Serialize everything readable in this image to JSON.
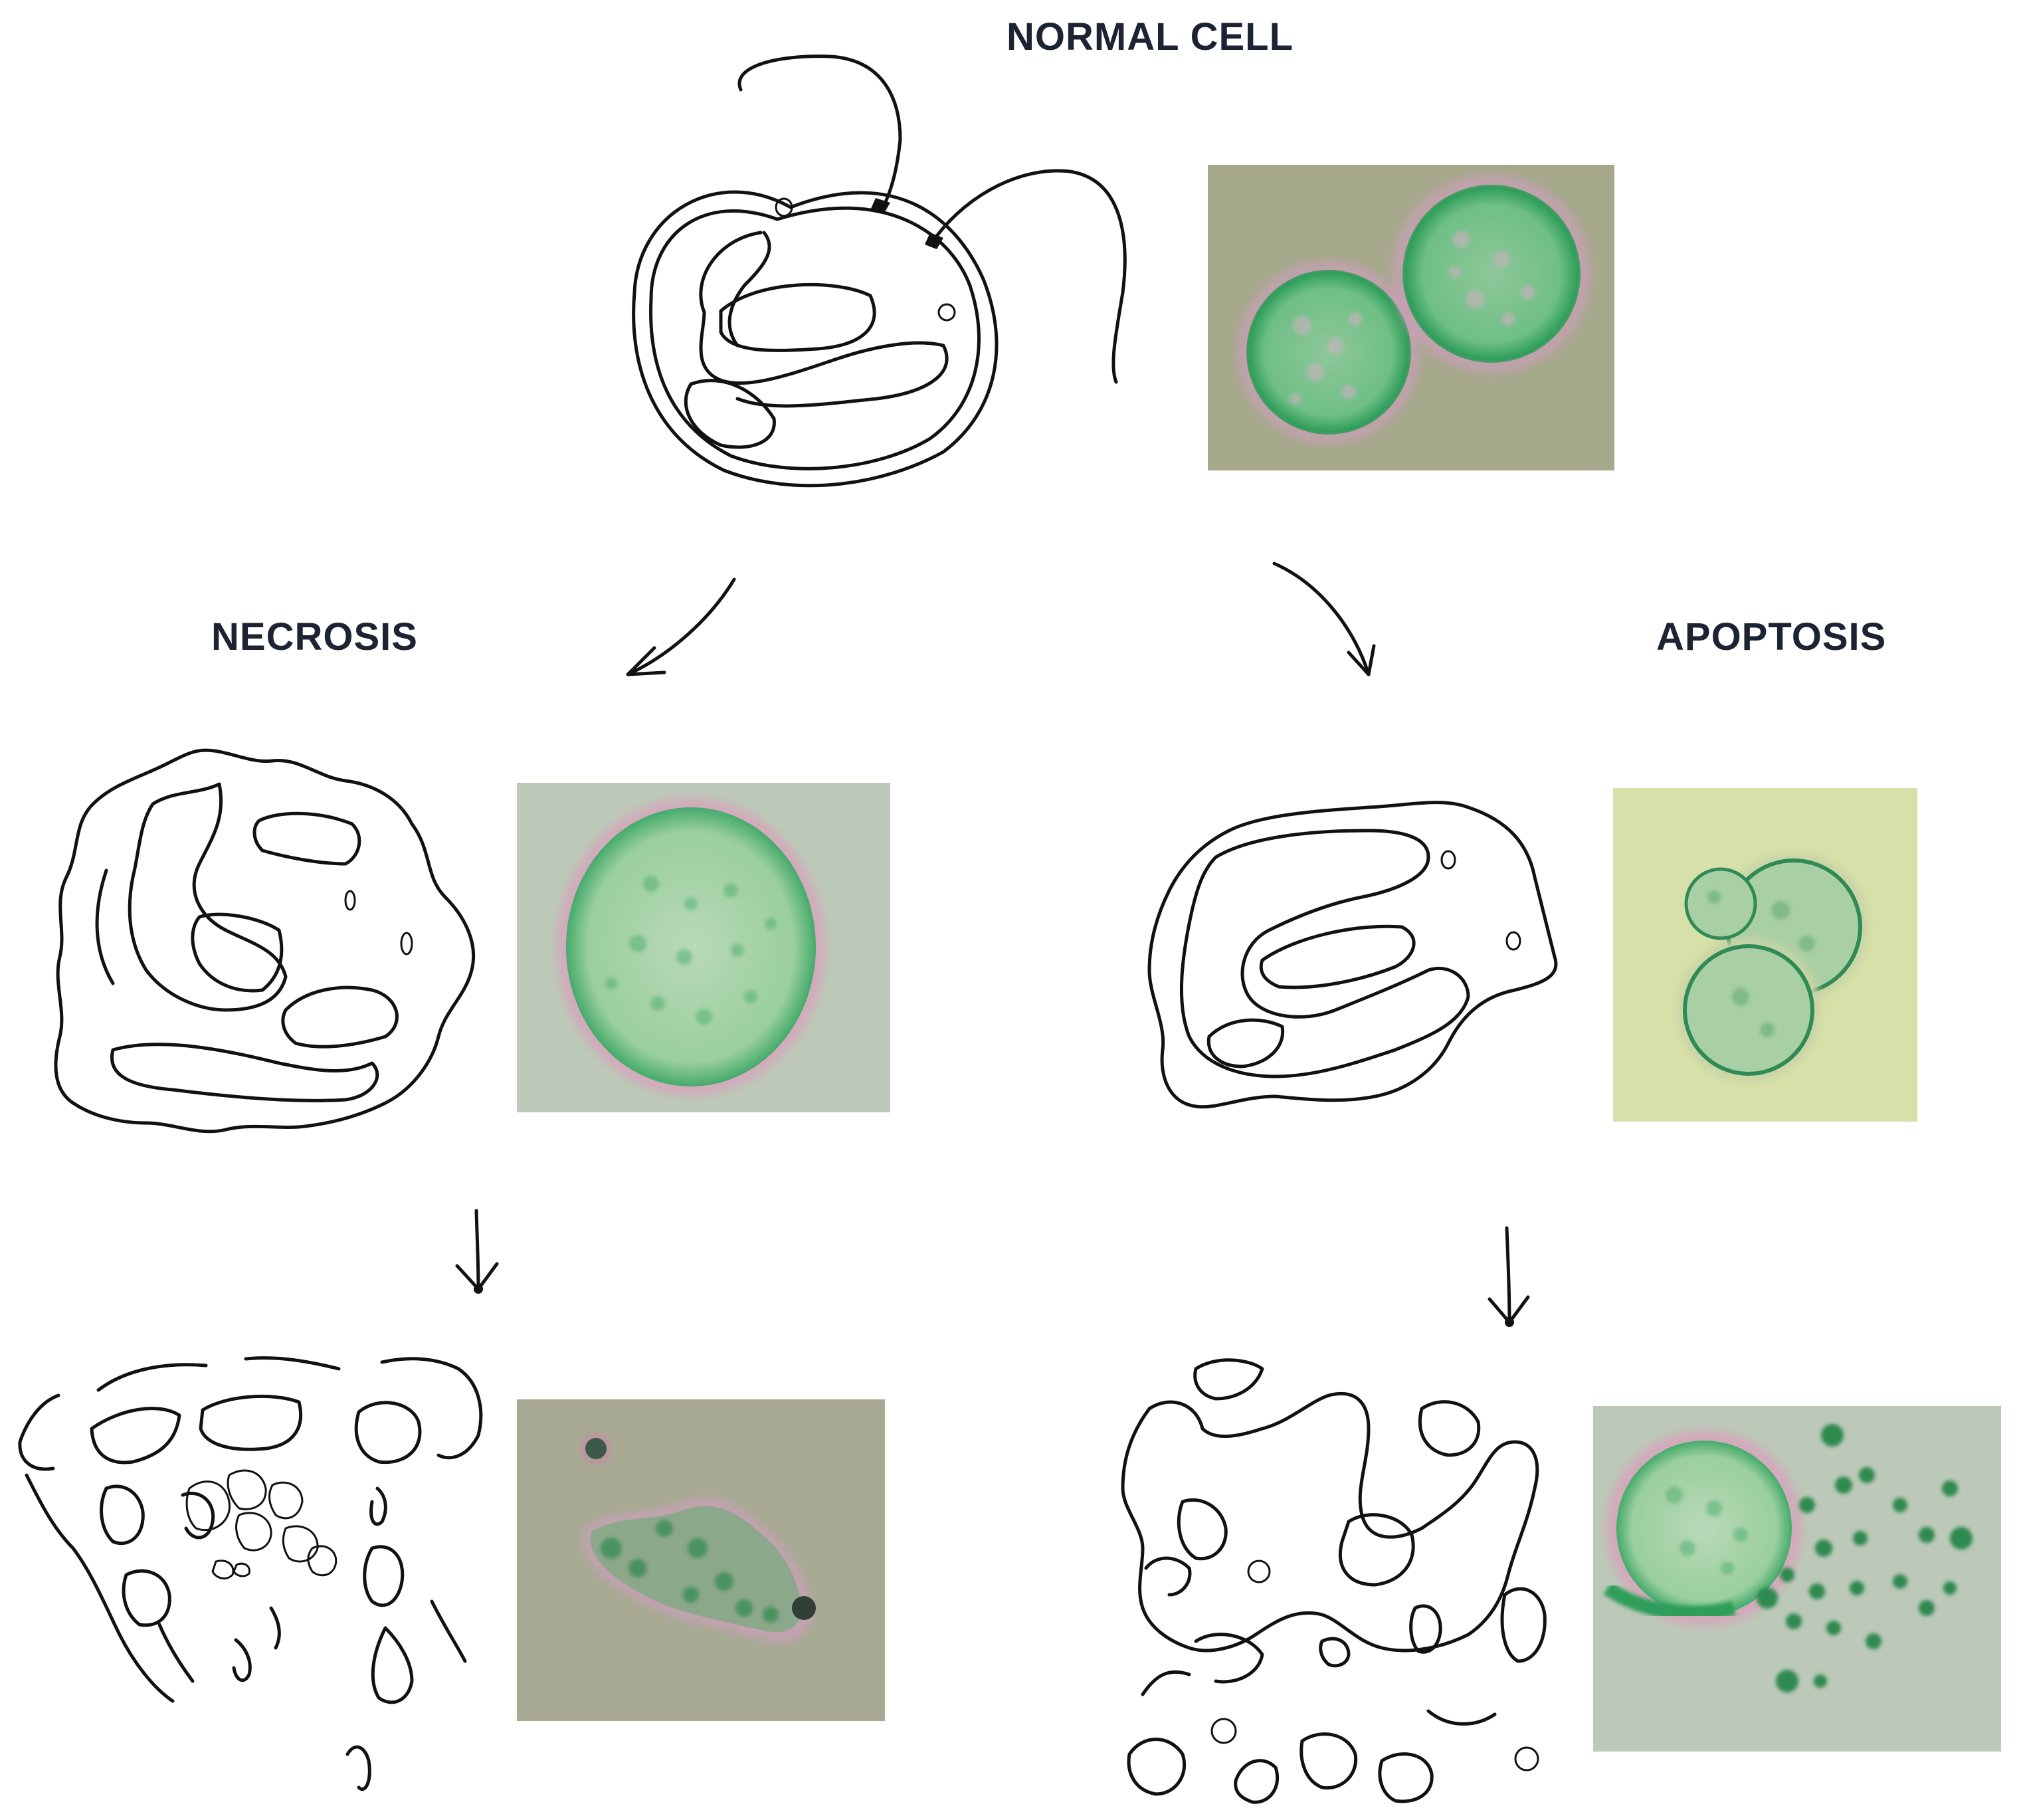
{
  "labels": {
    "normal": "NORMAL CELL",
    "necrosis": "NECROSIS",
    "apoptosis": "APOPTOSIS"
  },
  "colors": {
    "ink": "#111111",
    "label_text": "#1c2333",
    "micrograph_bg_gray": "#a6a88c",
    "micrograph_bg_pale": "#bcc8b8",
    "micrograph_bg_yellow": "#d6e0a8",
    "cell_green": "#3fb56a",
    "cell_rim_pink": "#c88aa8"
  }
}
